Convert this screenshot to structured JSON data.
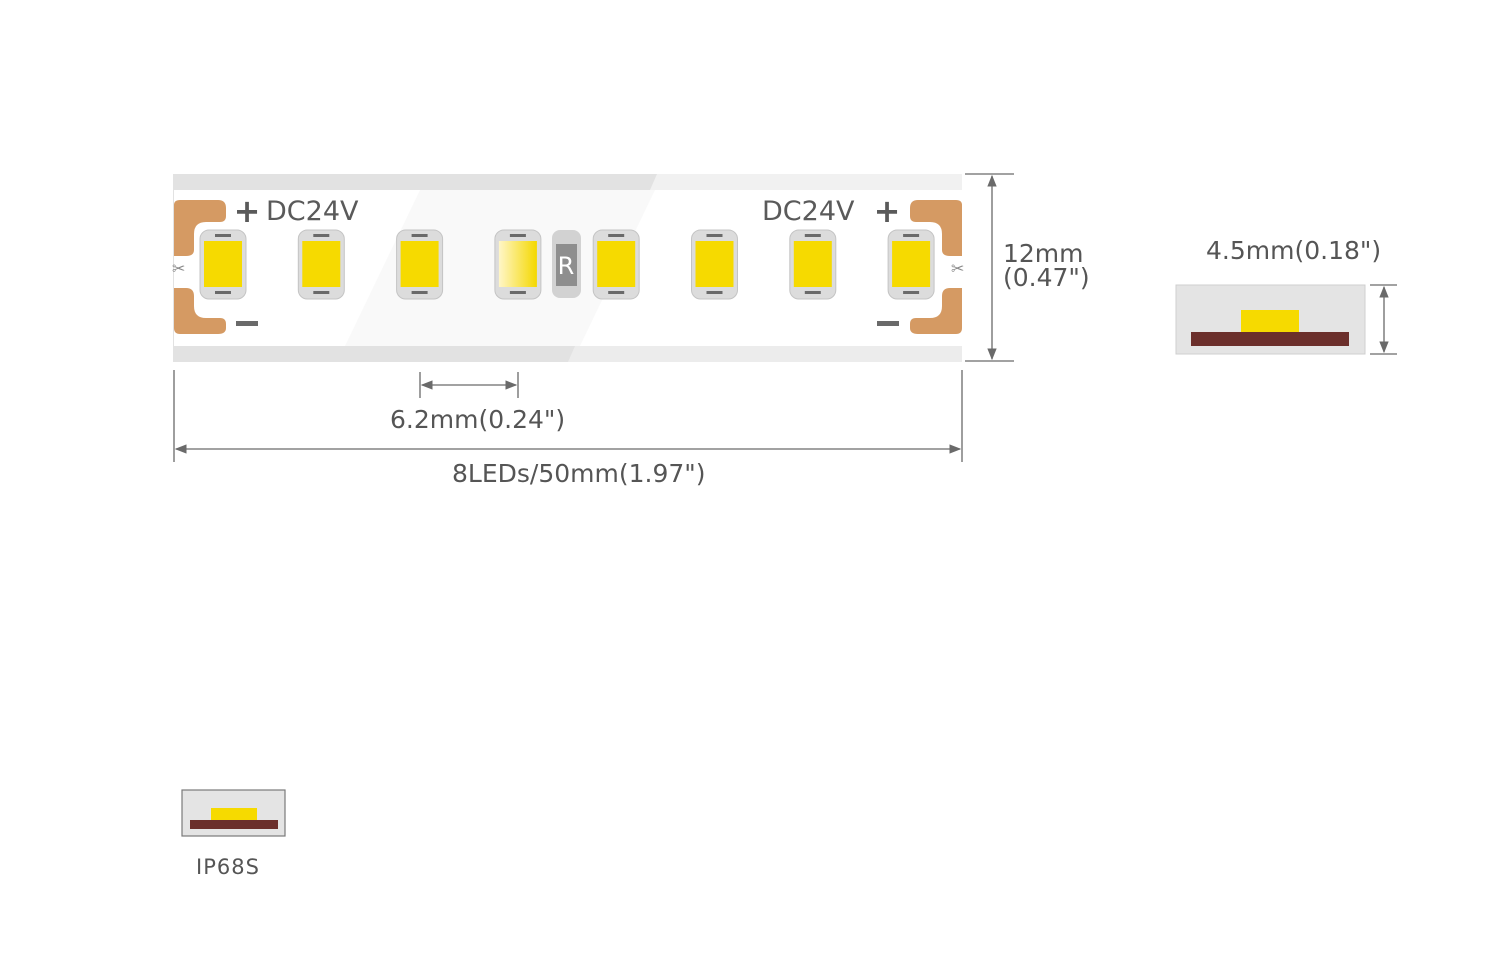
{
  "strip": {
    "voltage_left": "DC24V",
    "voltage_right": "DC24V",
    "plus_symbol": "+",
    "minus_symbol": "−",
    "resistor_label": "R",
    "led_count": 8
  },
  "dimensions": {
    "width": "12mm",
    "width_inch": "(0.47\")",
    "pitch": "6.2mm(0.24\")",
    "segment": "8LEDs/50mm(1.97\")",
    "height": "4.5mm(0.18\")"
  },
  "protection": {
    "rating": "IP68S"
  },
  "colors": {
    "led_yellow": "#f6da00",
    "copper_pad": "#d59a63",
    "pcb_brown": "#6b2f2b",
    "silicone_gray": "#e3e3e3",
    "dimension_line": "#6a6a6a"
  }
}
